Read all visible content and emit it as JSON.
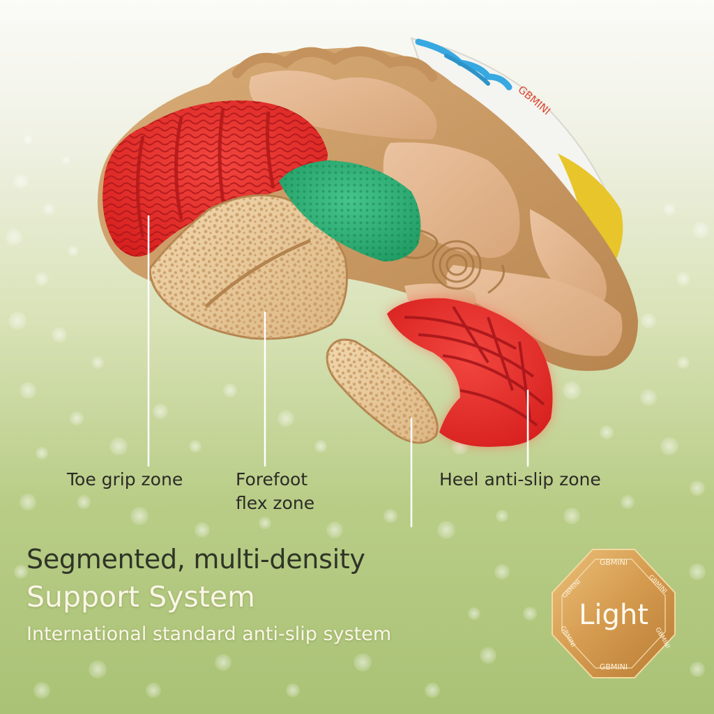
{
  "labels": {
    "toe": "Toe grip zone",
    "forefoot_line1": "Forefoot",
    "forefoot_line2": "flex zone",
    "heel": "Heel anti-slip zone"
  },
  "headline": {
    "line1": "Segmented, multi-density",
    "line2": "Support System",
    "line3": "International standard anti-slip system"
  },
  "badge": {
    "text": "Light",
    "brand": "GBMINI"
  },
  "shoe": {
    "brand_print": "GBMINI"
  },
  "colors": {
    "sole_tan": "#c89a66",
    "toe_red": "#e8312e",
    "mid_green": "#2fb27a",
    "heel_red": "#e02c28",
    "badge_gold": "#d9a55a",
    "lace_blue": "#37a8e0",
    "accent_yellow": "#e8c52a"
  }
}
